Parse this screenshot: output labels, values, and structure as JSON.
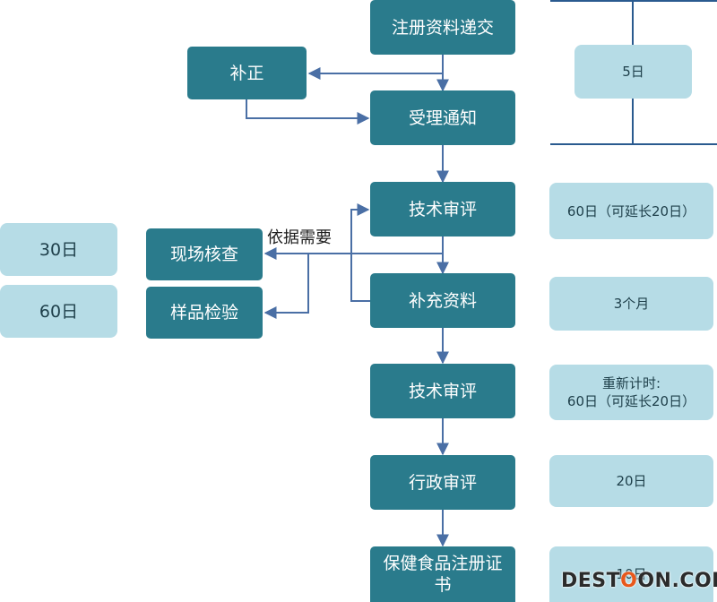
{
  "steps": {
    "submit": "注册资料递交",
    "correction": "补正",
    "acceptance": "受理通知",
    "tech_review_1": "技术审评",
    "onsite_inspection": "现场核查",
    "sample_testing": "样品检验",
    "supplement": "补充资料",
    "tech_review_2": "技术审评",
    "admin_review": "行政审评",
    "certificate": "保健食品注册证书"
  },
  "durations": {
    "acceptance": "5日",
    "tech_review_1": "60日（可延长20日）",
    "supplement": "3个月",
    "tech_review_2_line1": "重新计时:",
    "tech_review_2_line2": "60日（可延长20日）",
    "admin_review": "20日",
    "certificate": "10日",
    "onsite_inspection": "30日",
    "sample_testing": "60日"
  },
  "labels": {
    "as_needed": "依据需要"
  },
  "colors": {
    "step_fill": "#2a7b8c",
    "duration_fill": "#b6dce6",
    "connector": "#4a6fa5"
  },
  "watermark": {
    "text_a": "DEST",
    "text_o": "O",
    "text_b": "ON.COM"
  }
}
